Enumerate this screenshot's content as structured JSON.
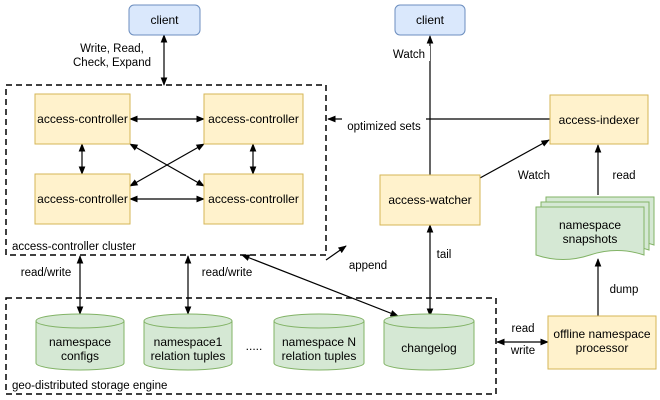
{
  "nodes": {
    "client_left": "client",
    "client_right": "client",
    "ac1": "access-controller",
    "ac2": "access-controller",
    "ac3": "access-controller",
    "ac4": "access-controller",
    "access_indexer": "access-indexer",
    "access_watcher": "access-watcher",
    "snapshots_line1": "namespace",
    "snapshots_line2": "snapshots",
    "offline_line1": "offline namespace",
    "offline_line2": "processor",
    "db_configs_line1": "namespace",
    "db_configs_line2": "configs",
    "db_ns1_line1": "namespace1",
    "db_ns1_line2": "relation tuples",
    "db_nsn_line1": "namespace N",
    "db_nsn_line2": "relation tuples",
    "db_changelog": "changelog",
    "ellipsis": "....."
  },
  "groups": {
    "cluster": "access-controller cluster",
    "storage": "geo-distributed storage engine"
  },
  "edge_labels": {
    "client_ops_line1": "Write, Read,",
    "client_ops_line2": "Check, Expand",
    "watch_client": "Watch",
    "optimized_sets": "optimized sets",
    "watch_indexer": "Watch",
    "read_snapshots": "read",
    "dump": "dump",
    "tail": "tail",
    "append": "append",
    "rw_left": "read/write",
    "rw_mid": "read/write",
    "read_offline": "read",
    "write_offline": "write"
  },
  "colors": {
    "client_fill": "#dae8fc",
    "client_stroke": "#6c8ebf",
    "node_fill": "#fff2cc",
    "node_stroke": "#d6b656",
    "db_fill": "#d5e8d4",
    "db_stroke": "#82b366"
  }
}
